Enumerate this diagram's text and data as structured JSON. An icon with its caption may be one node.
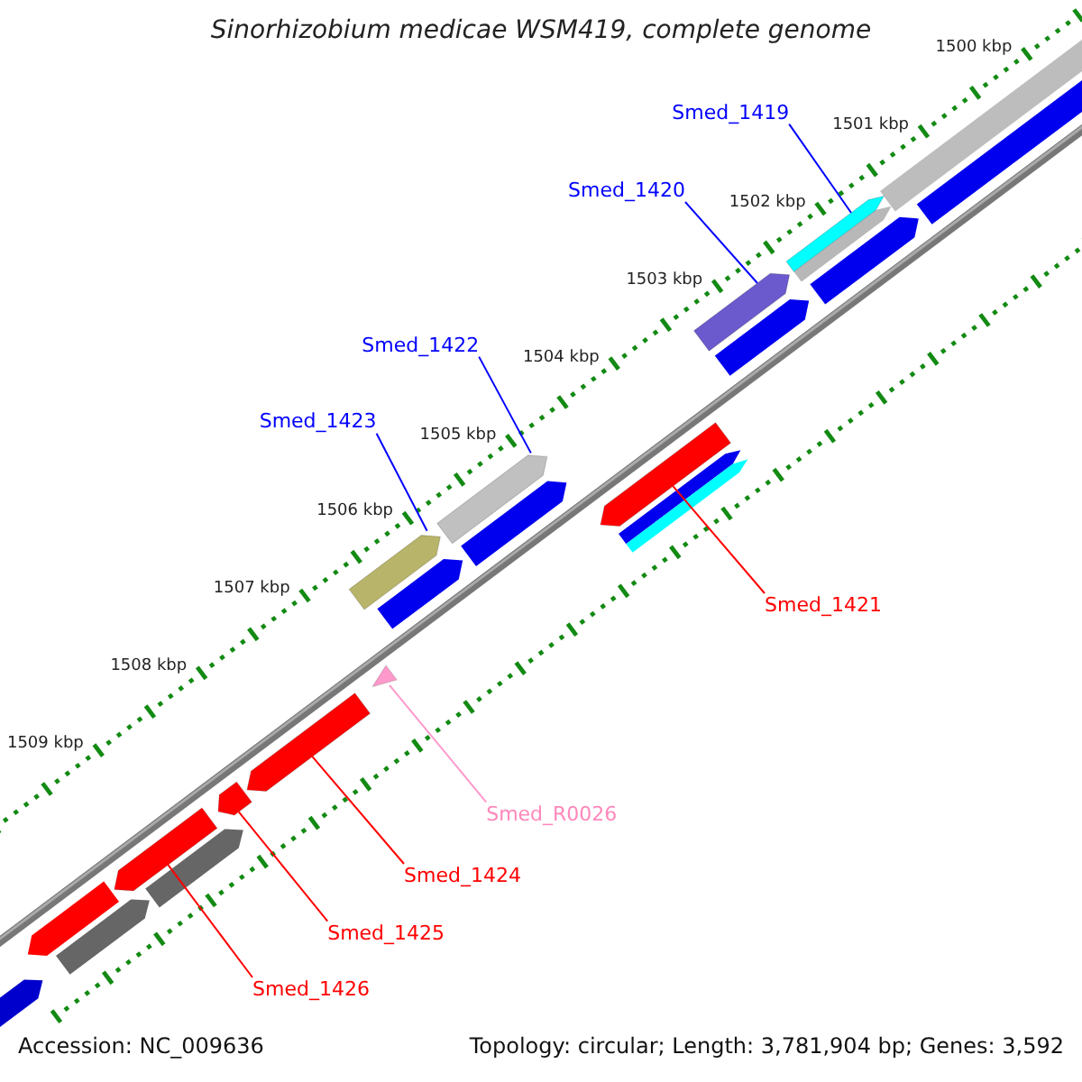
{
  "diagram": {
    "title": "Sinorhizobium medicae WSM419, complete genome",
    "nodes": [
      {
        "text": [
          "Smed_1419"
        ]
      },
      {
        "text": [],
        "shape": "bar"
      },
      {
        "text": [
          "Smed_1420"
        ]
      },
      {
        "text": [],
        "shape": "bar"
      },
      {
        "text": [
          "Smed_1422"
        ]
      },
      {
        "text": [],
        "shape": "bar"
      },
      {
        "text": [
          "Smed_1423"
        ]
      },
      {
        "text": [],
        "shape": "bar"
      },
      {
        "text": [
          "Smed_1421"
        ]
      },
      {
        "text": [],
        "shape": "bar"
      },
      {
        "text": [
          "Smed_R0026"
        ]
      },
      {
        "text": [],
        "shape": "triangle"
      },
      {
        "text": [
          "Smed_1424"
        ]
      },
      {
        "text": [],
        "shape": "bar"
      },
      {
        "text": [
          "Smed_1425"
        ]
      },
      {
        "text": [],
        "shape": "bar"
      },
      {
        "text": [
          "Smed_1426"
        ]
      },
      {
        "text": [],
        "shape": "bar"
      }
    ],
    "edges": [
      {
        "from": 0,
        "to": 1,
        "arrow": "none",
        "color": "#0000ff"
      },
      {
        "from": 2,
        "to": 3,
        "arrow": "none",
        "color": "#0000ff"
      },
      {
        "from": 4,
        "to": 5,
        "arrow": "none",
        "color": "#0000ff"
      },
      {
        "from": 6,
        "to": 7,
        "arrow": "none",
        "color": "#0000ff"
      },
      {
        "from": 8,
        "to": 9,
        "arrow": "none",
        "color": "#ff0000"
      },
      {
        "from": 10,
        "to": 11,
        "arrow": "none",
        "color": "#ff99cc"
      },
      {
        "from": 12,
        "to": 13,
        "arrow": "none",
        "color": "#ff0000"
      },
      {
        "from": 14,
        "to": 15,
        "arrow": "none",
        "color": "#ff0000"
      },
      {
        "from": 16,
        "to": 17,
        "arrow": "none",
        "color": "#ff0000"
      }
    ],
    "labels": [
      "1500 kbp",
      "1501 kbp",
      "1502 kbp",
      "1503 kbp",
      "1504 kbp",
      "1505 kbp",
      "1506 kbp",
      "1507 kbp",
      "1508 kbp",
      "1509 kbp",
      "Accession: NC_009636",
      "Topology: circular; Length: 3,781,904 bp; Genes: 3,592"
    ]
  }
}
